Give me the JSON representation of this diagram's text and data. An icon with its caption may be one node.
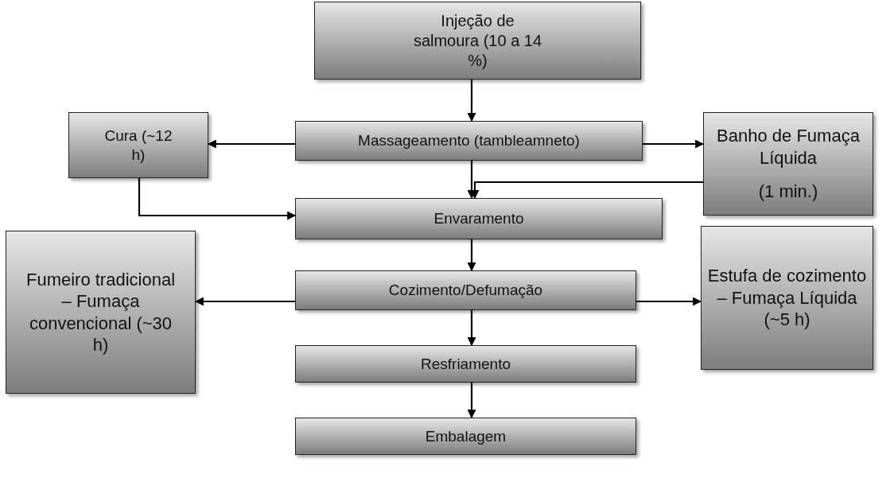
{
  "diagram": {
    "nodes": [
      {
        "text": [
          "Injeção de salmoura (10 a 14 %)"
        ]
      },
      {
        "text": [
          "Massageamento (tambleamneto)"
        ]
      },
      {
        "text": [
          "Cura (~12 h)"
        ]
      },
      {
        "text": [
          "Banho de Fumaça Líquida",
          "(1 min.)"
        ]
      },
      {
        "text": [
          "Envaramento"
        ]
      },
      {
        "text": [
          "Fumeiro tradicional – Fumaça convencional (~30 h)"
        ]
      },
      {
        "text": [
          "Cozimento/Defumação"
        ]
      },
      {
        "text": [
          "Estufa de cozimento – Fumaça Líquida (~5 h)"
        ]
      },
      {
        "text": [
          "Resfriamento"
        ]
      },
      {
        "text": [
          "Embalagem"
        ]
      }
    ],
    "edges": [
      {
        "from": 0,
        "to": 1,
        "arrow": "to"
      },
      {
        "from": 1,
        "to": 2,
        "arrow": "to"
      },
      {
        "from": 1,
        "to": 3,
        "arrow": "to"
      },
      {
        "from": 1,
        "to": 4,
        "arrow": "to"
      },
      {
        "from": 3,
        "to": 4,
        "arrow": "to"
      },
      {
        "from": 2,
        "to": 4,
        "arrow": "to"
      },
      {
        "from": 4,
        "to": 6,
        "arrow": "to"
      },
      {
        "from": 6,
        "to": 5,
        "arrow": "to"
      },
      {
        "from": 6,
        "to": 7,
        "arrow": "to"
      },
      {
        "from": 6,
        "to": 8,
        "arrow": "to"
      },
      {
        "from": 8,
        "to": 9,
        "arrow": "to"
      }
    ]
  }
}
